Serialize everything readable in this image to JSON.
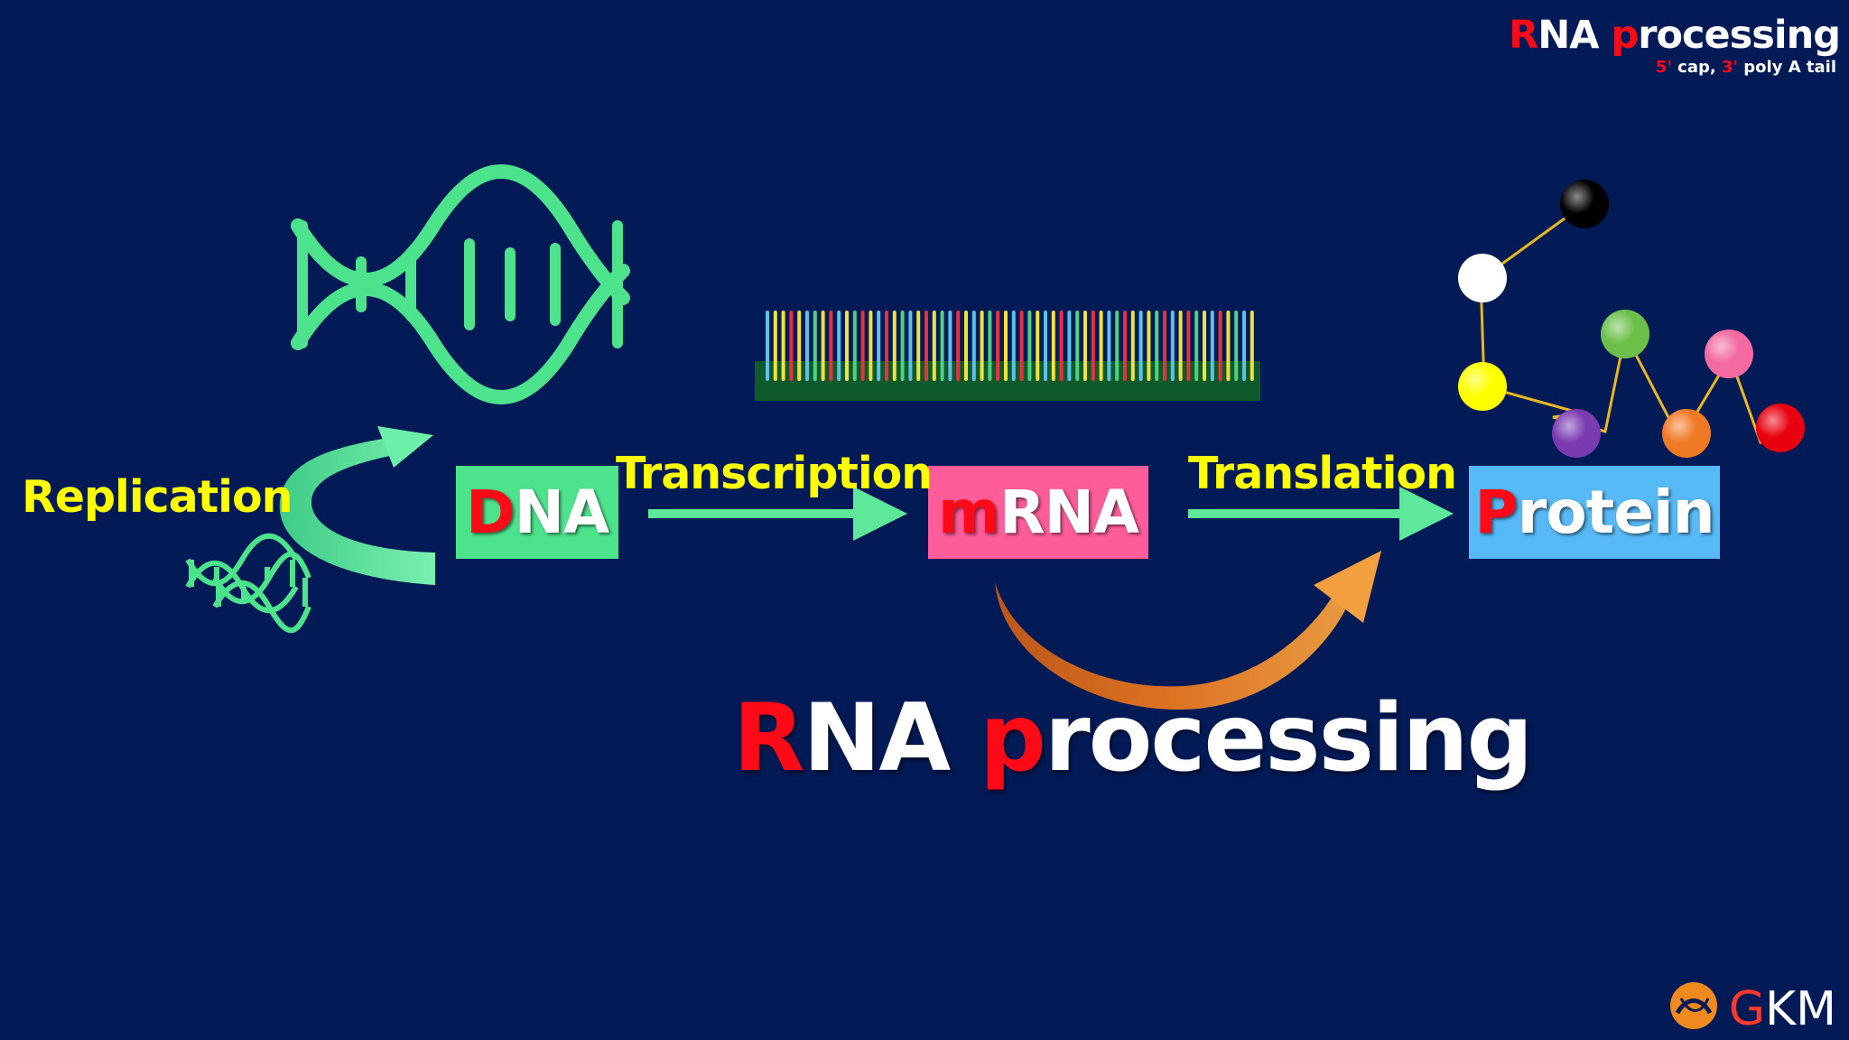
{
  "corner": {
    "title_first": "R",
    "title_mid": "NA ",
    "title_p": "p",
    "title_rest": "rocessing",
    "sub_5": "5'",
    "sub_cap": " cap, ",
    "sub_3": "3'",
    "sub_tail": " poly A tail"
  },
  "boxes": {
    "dna_first": "D",
    "dna_rest": "NA",
    "mrna_first": "m",
    "mrna_rest": "RNA",
    "protein_first": "P",
    "protein_rest": "rotein"
  },
  "labels": {
    "replication": "Replication",
    "transcription": "Transcription",
    "translation": "Translation"
  },
  "heading": {
    "first": "R",
    "mid": "NA ",
    "p": "p",
    "rest": "rocessing"
  },
  "logo": {
    "g": "G",
    "km": "KM"
  },
  "colors": {
    "background": "#021a55",
    "dna": "#4de38c",
    "mrna": "#ff5c9a",
    "protein": "#57b9f5",
    "label": "#ffff00",
    "accent_red": "#ff0a16",
    "arrow_green": "#5de89a",
    "arrow_orange": "#e86f1e"
  },
  "protein_beads": [
    "#000000",
    "#ffffff",
    "#ffff00",
    "#7a3bb0",
    "#6cc04a",
    "#f07a24",
    "#f26aa0",
    "#e8000e"
  ],
  "mrna_strand_colors": [
    "#5fc0e8",
    "#f0e040",
    "#e83040",
    "#50d080"
  ]
}
